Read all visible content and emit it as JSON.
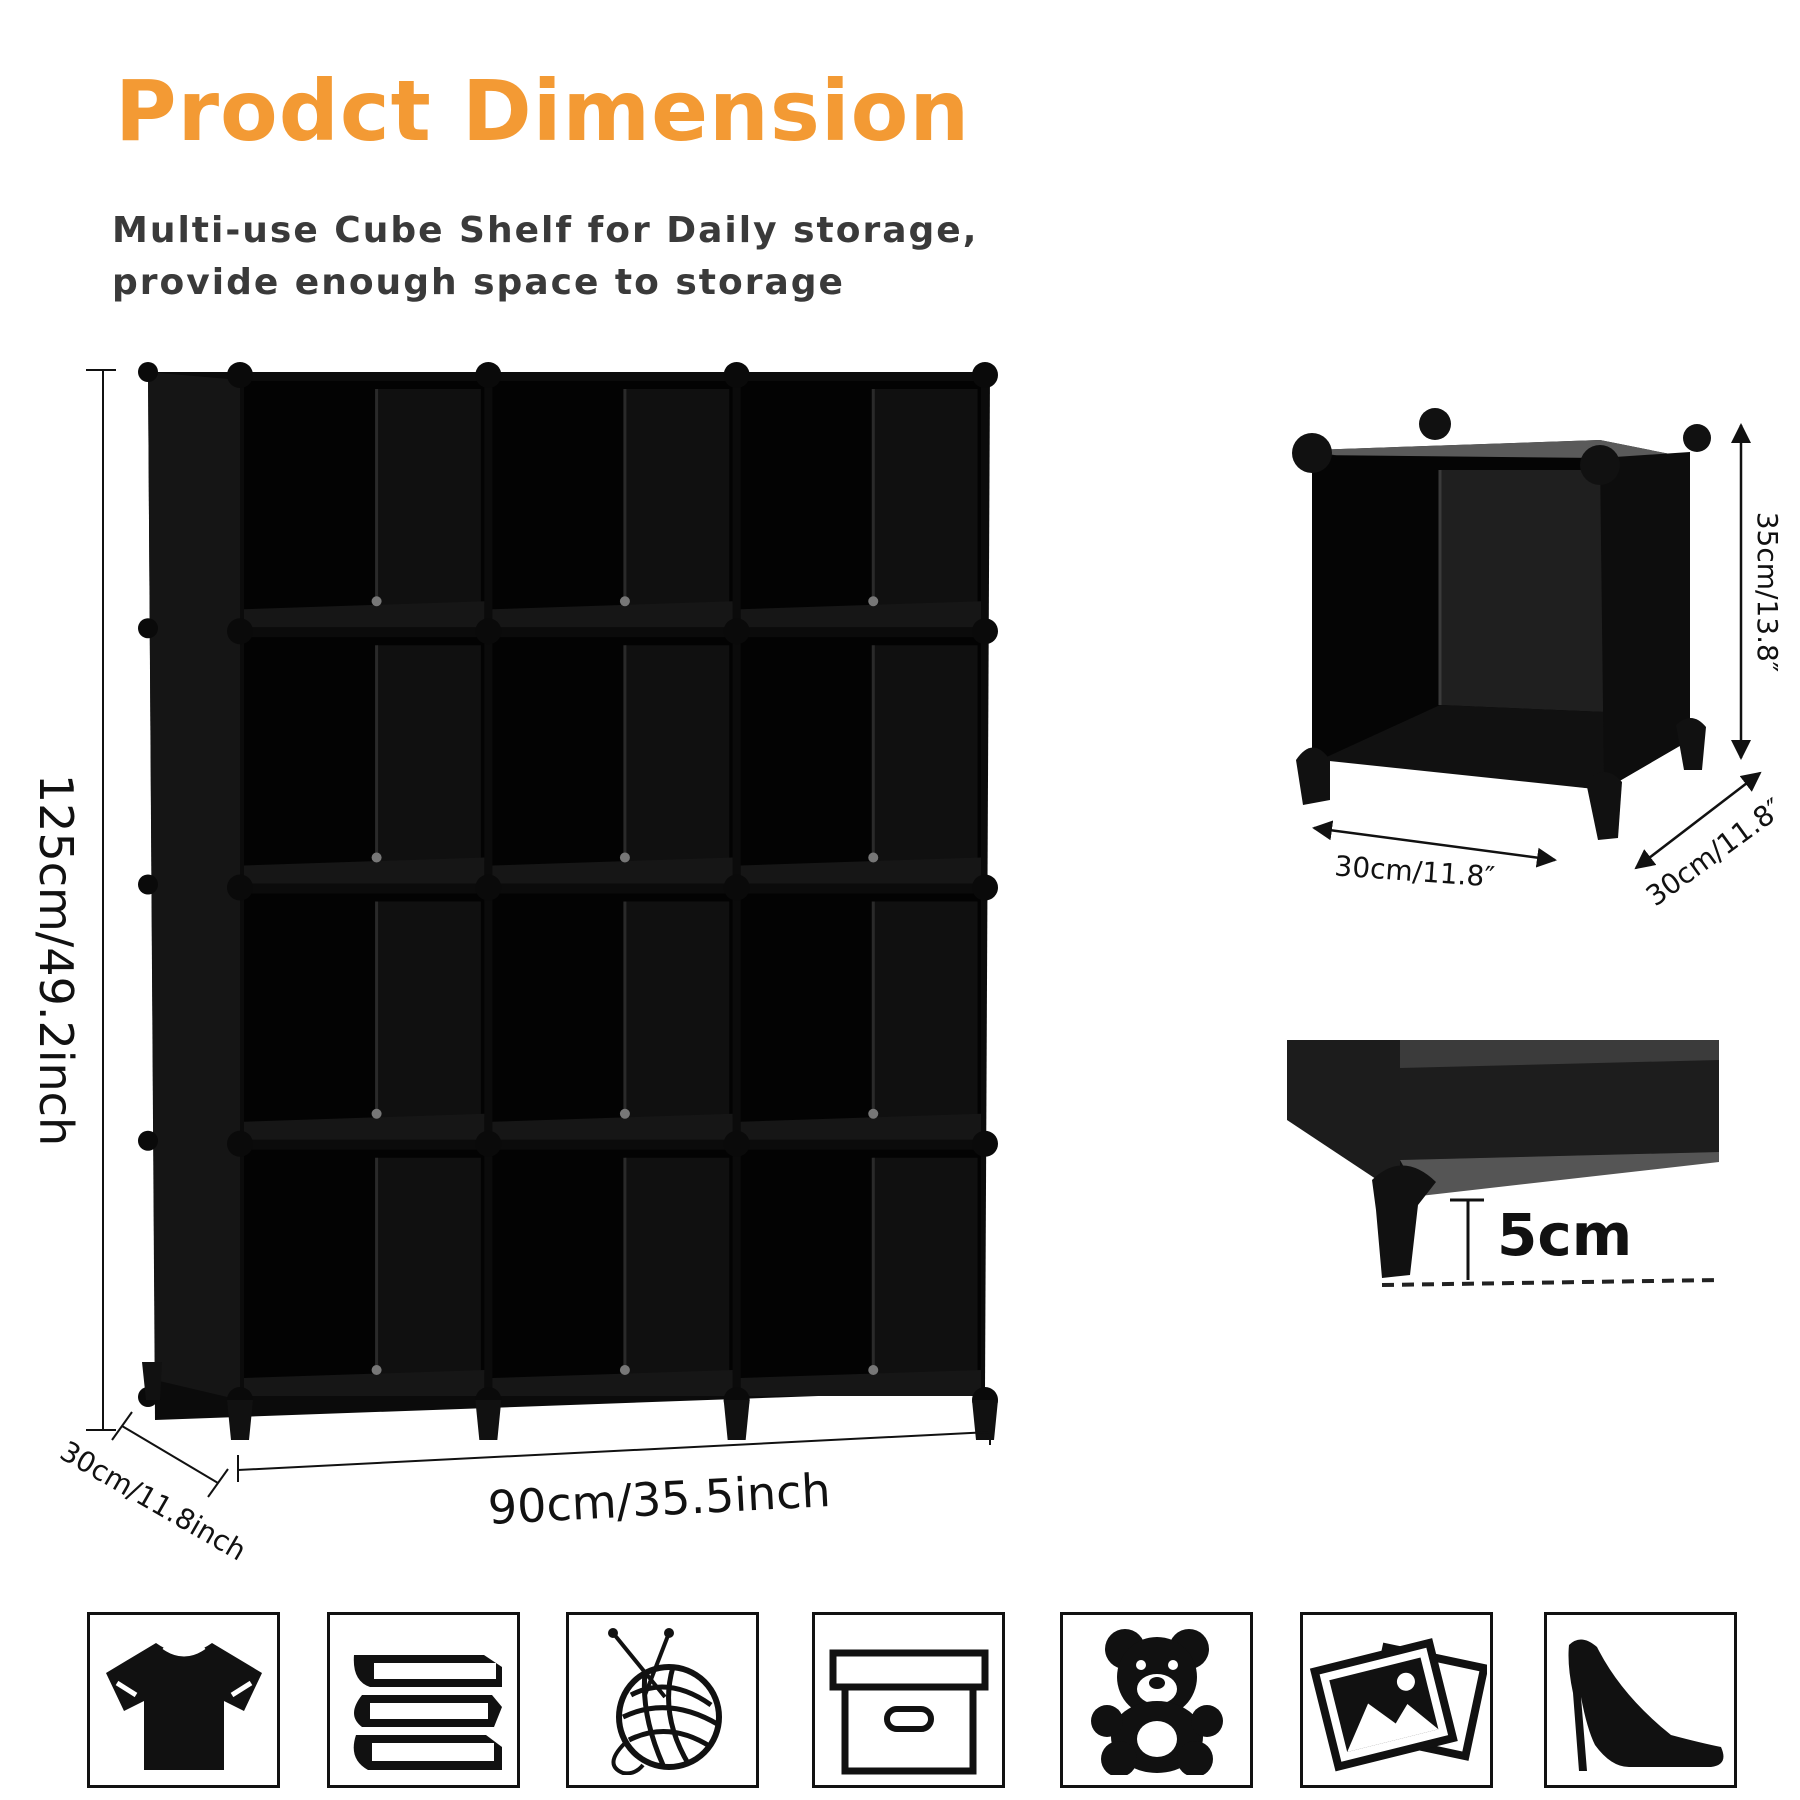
{
  "header": {
    "title": "Prodct Dimension",
    "subtitle_line1": "Multi-use Cube Shelf for Daily storage,",
    "subtitle_line2": "provide enough space to storage"
  },
  "shelf": {
    "rows": 4,
    "columns": 3,
    "height_label": "125cm/49.2inch",
    "width_label": "90cm/35.5inch",
    "depth_label": "30cm/11.8inch"
  },
  "single_cube": {
    "height_label": "35cm/13.8″",
    "width_label": "30cm/11.8″",
    "depth_label": "30cm/11.8″"
  },
  "foot_detail": {
    "height_label": "5cm"
  },
  "usage_icons": [
    "tshirt-icon",
    "books-icon",
    "yarn-ball-icon",
    "storage-box-icon",
    "teddy-bear-icon",
    "photos-icon",
    "high-heel-icon"
  ],
  "colors": {
    "title": "#f39a34",
    "subtitle": "#3a3a3a",
    "product": "#0a0a0a"
  }
}
